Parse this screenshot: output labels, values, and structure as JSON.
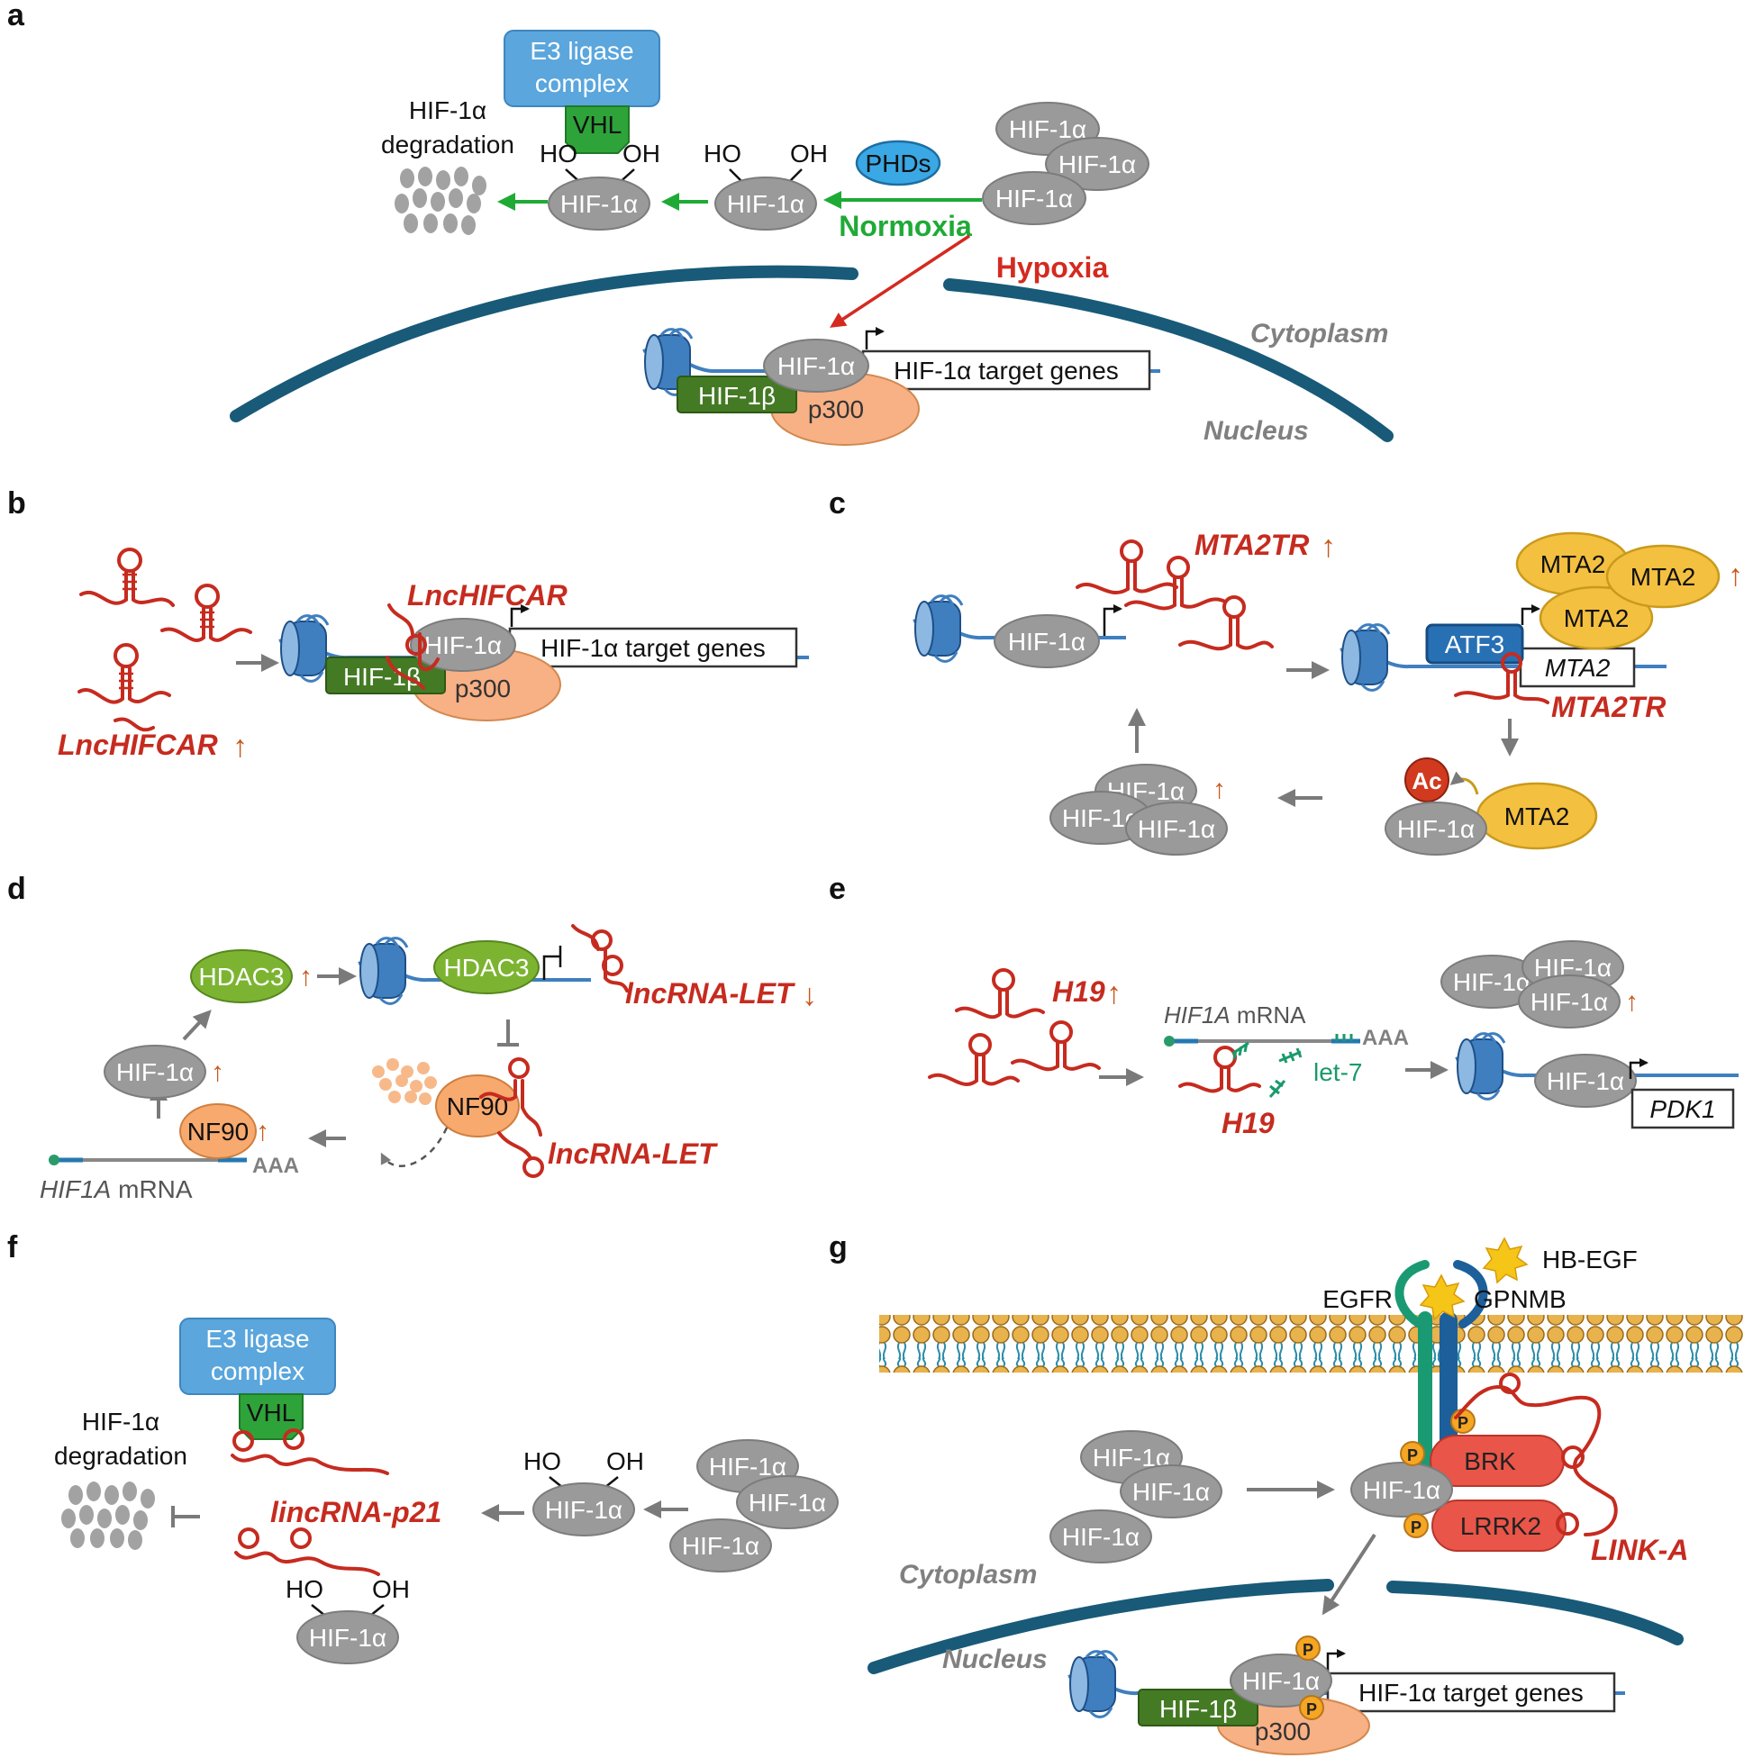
{
  "panels": {
    "a": "a",
    "b": "b",
    "c": "c",
    "d": "d",
    "e": "e",
    "f": "f",
    "g": "g"
  },
  "common": {
    "hif1a": "HIF-1α",
    "hif1b": "HIF-1β",
    "p300": "p300",
    "target_genes": "HIF-1α target genes",
    "e3_line1": "E3 ligase",
    "e3_line2": "complex",
    "vhl": "VHL",
    "ho": "HO",
    "oh": "OH",
    "degradation_line1": "HIF-1α",
    "degradation_line2": "degradation",
    "cytoplasm": "Cytoplasm",
    "nucleus": "Nucleus",
    "up_arrow": "↑"
  },
  "panel_a": {
    "phds": "PHDs",
    "normoxia": "Normoxia",
    "hypoxia": "Hypoxia"
  },
  "panel_b": {
    "lnc_top": "LncHIFCAR",
    "lnc_bottom": "LncHIFCAR"
  },
  "panel_c": {
    "mta2tr_top": "MTA2TR",
    "mta2tr_bottom": "MTA2TR",
    "mta2": "MTA2",
    "atf3": "ATF3",
    "mta2_gene": "MTA2",
    "ac": "Ac"
  },
  "panel_d": {
    "hdac3": "HDAC3",
    "lnc_let_down": "lncRNA-LET",
    "down_arrow": "↓",
    "lnc_let": "lncRNA-LET",
    "nf90": "NF90",
    "aaa": "AAA",
    "mrna_gene": "HIF1A",
    "mrna_word": " mRNA"
  },
  "panel_e": {
    "h19_top": "H19",
    "h19_bottom": "H19",
    "mrna_gene": "HIF1A",
    "mrna_word": " mRNA",
    "aaa": "AAA",
    "let7": "let-7",
    "pdk1": "PDK1"
  },
  "panel_f": {
    "lincrna": "lincRNA-p21"
  },
  "panel_g": {
    "hbegf": "HB-EGF",
    "egfr": "EGFR",
    "gpnmb": "GPNMB",
    "brk": "BRK",
    "lrrk2": "LRRK2",
    "p": "P",
    "link_a": "LINK-A"
  }
}
